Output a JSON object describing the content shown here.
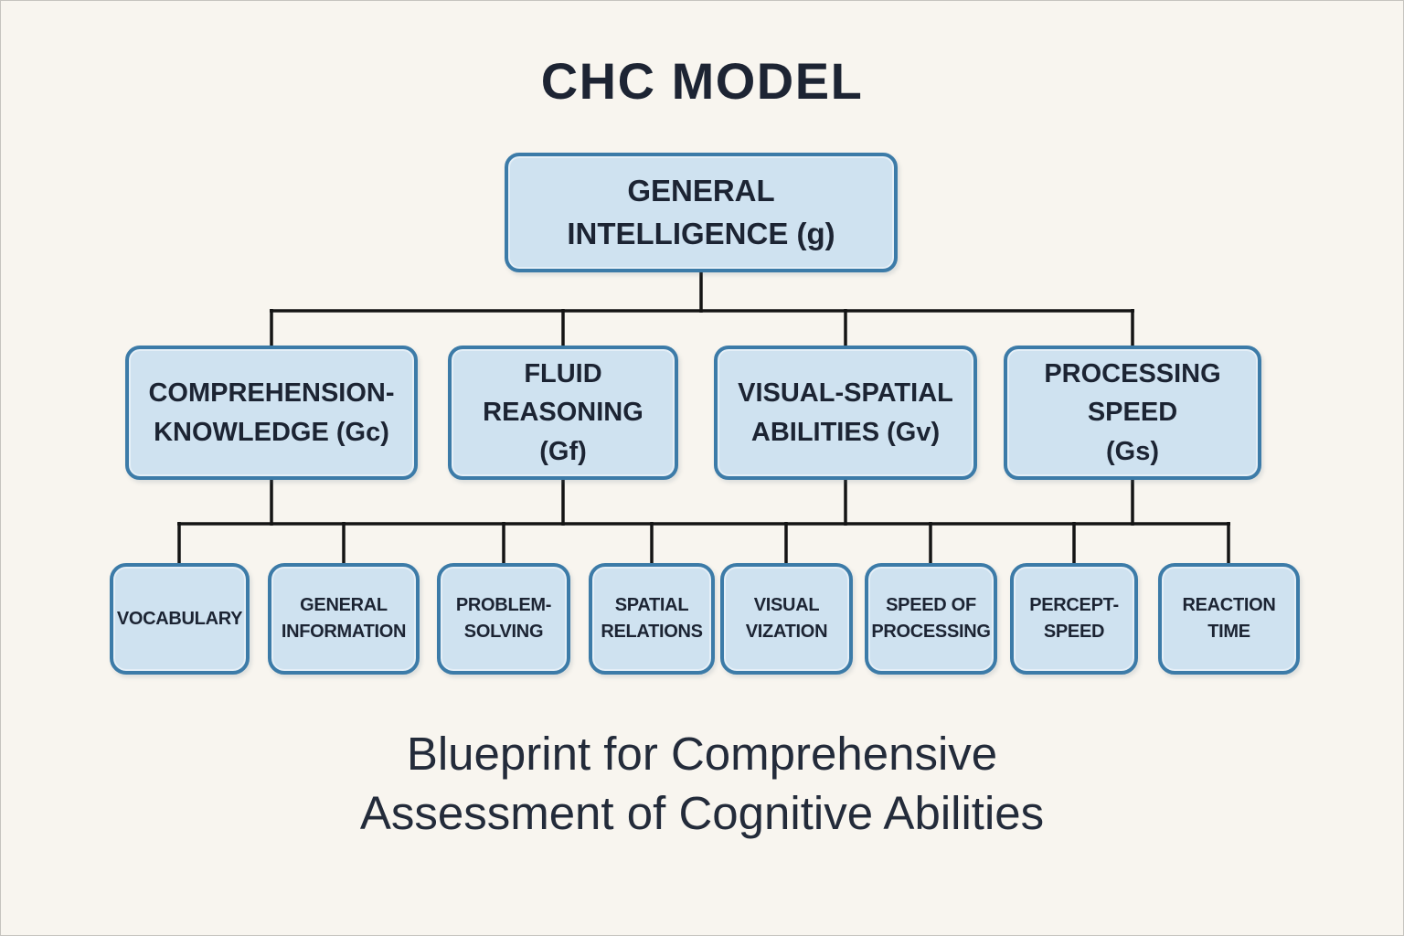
{
  "title": "CHC MODEL",
  "caption": "Blueprint for Comprehensive\nAssessment of Cognitive Abilities",
  "colors": {
    "background": "#f8f5ef",
    "box_fill": "#cfe2f0",
    "box_border": "#3c7ba8",
    "connector_line": "#141414",
    "text": "#1c2433"
  },
  "tree": {
    "root": {
      "label": "GENERAL\nINTELLIGENCE (g)"
    },
    "level2": [
      {
        "label": "COMPREHENSION-\nKNOWLEDGE (Gc)"
      },
      {
        "label": "FLUID\nREASONING\n(Gf)"
      },
      {
        "label": "VISUAL-SPATIAL\nABILITIES (Gv)"
      },
      {
        "label": "PROCESSING\nSPEED\n(Gs)"
      }
    ],
    "level3": [
      {
        "label": "VOCABULARY"
      },
      {
        "label": "GENERAL\nINFORMATION"
      },
      {
        "label": "PROBLEM-\nSOLVING"
      },
      {
        "label": "SPATIAL\nRELATIONS"
      },
      {
        "label": "VISUAL\nVIZATION"
      },
      {
        "label": "SPEED OF\nPROCESSING"
      },
      {
        "label": "PERCEPT-\nSPEED"
      },
      {
        "label": "REACTION\nTIME"
      }
    ]
  }
}
